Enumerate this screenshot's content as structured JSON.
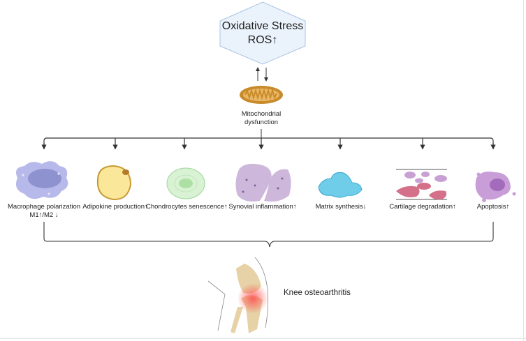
{
  "header": {
    "title_line1": "Oxidative Stress",
    "title_line2": "ROS↑"
  },
  "center": {
    "label_line1": "Mitochondrial",
    "label_line2": "dysfunction"
  },
  "effects": [
    {
      "label": "Macrophage polarization",
      "label2": "M1↑/M2 ↓"
    },
    {
      "label": "Adipokine production↑"
    },
    {
      "label": "Chondrocytes senescence↑"
    },
    {
      "label": "Synovial inflammation↑"
    },
    {
      "label": "Matrix synthesis↓"
    },
    {
      "label": "Cartilage degradation↑"
    },
    {
      "label": "Apoptosis↑"
    }
  ],
  "outcome": {
    "label": "Knee osteoarthritis"
  },
  "colors": {
    "hexagon_fill": "#eaf2fb",
    "hexagon_stroke": "#a9c4e4",
    "line": "#333333"
  }
}
